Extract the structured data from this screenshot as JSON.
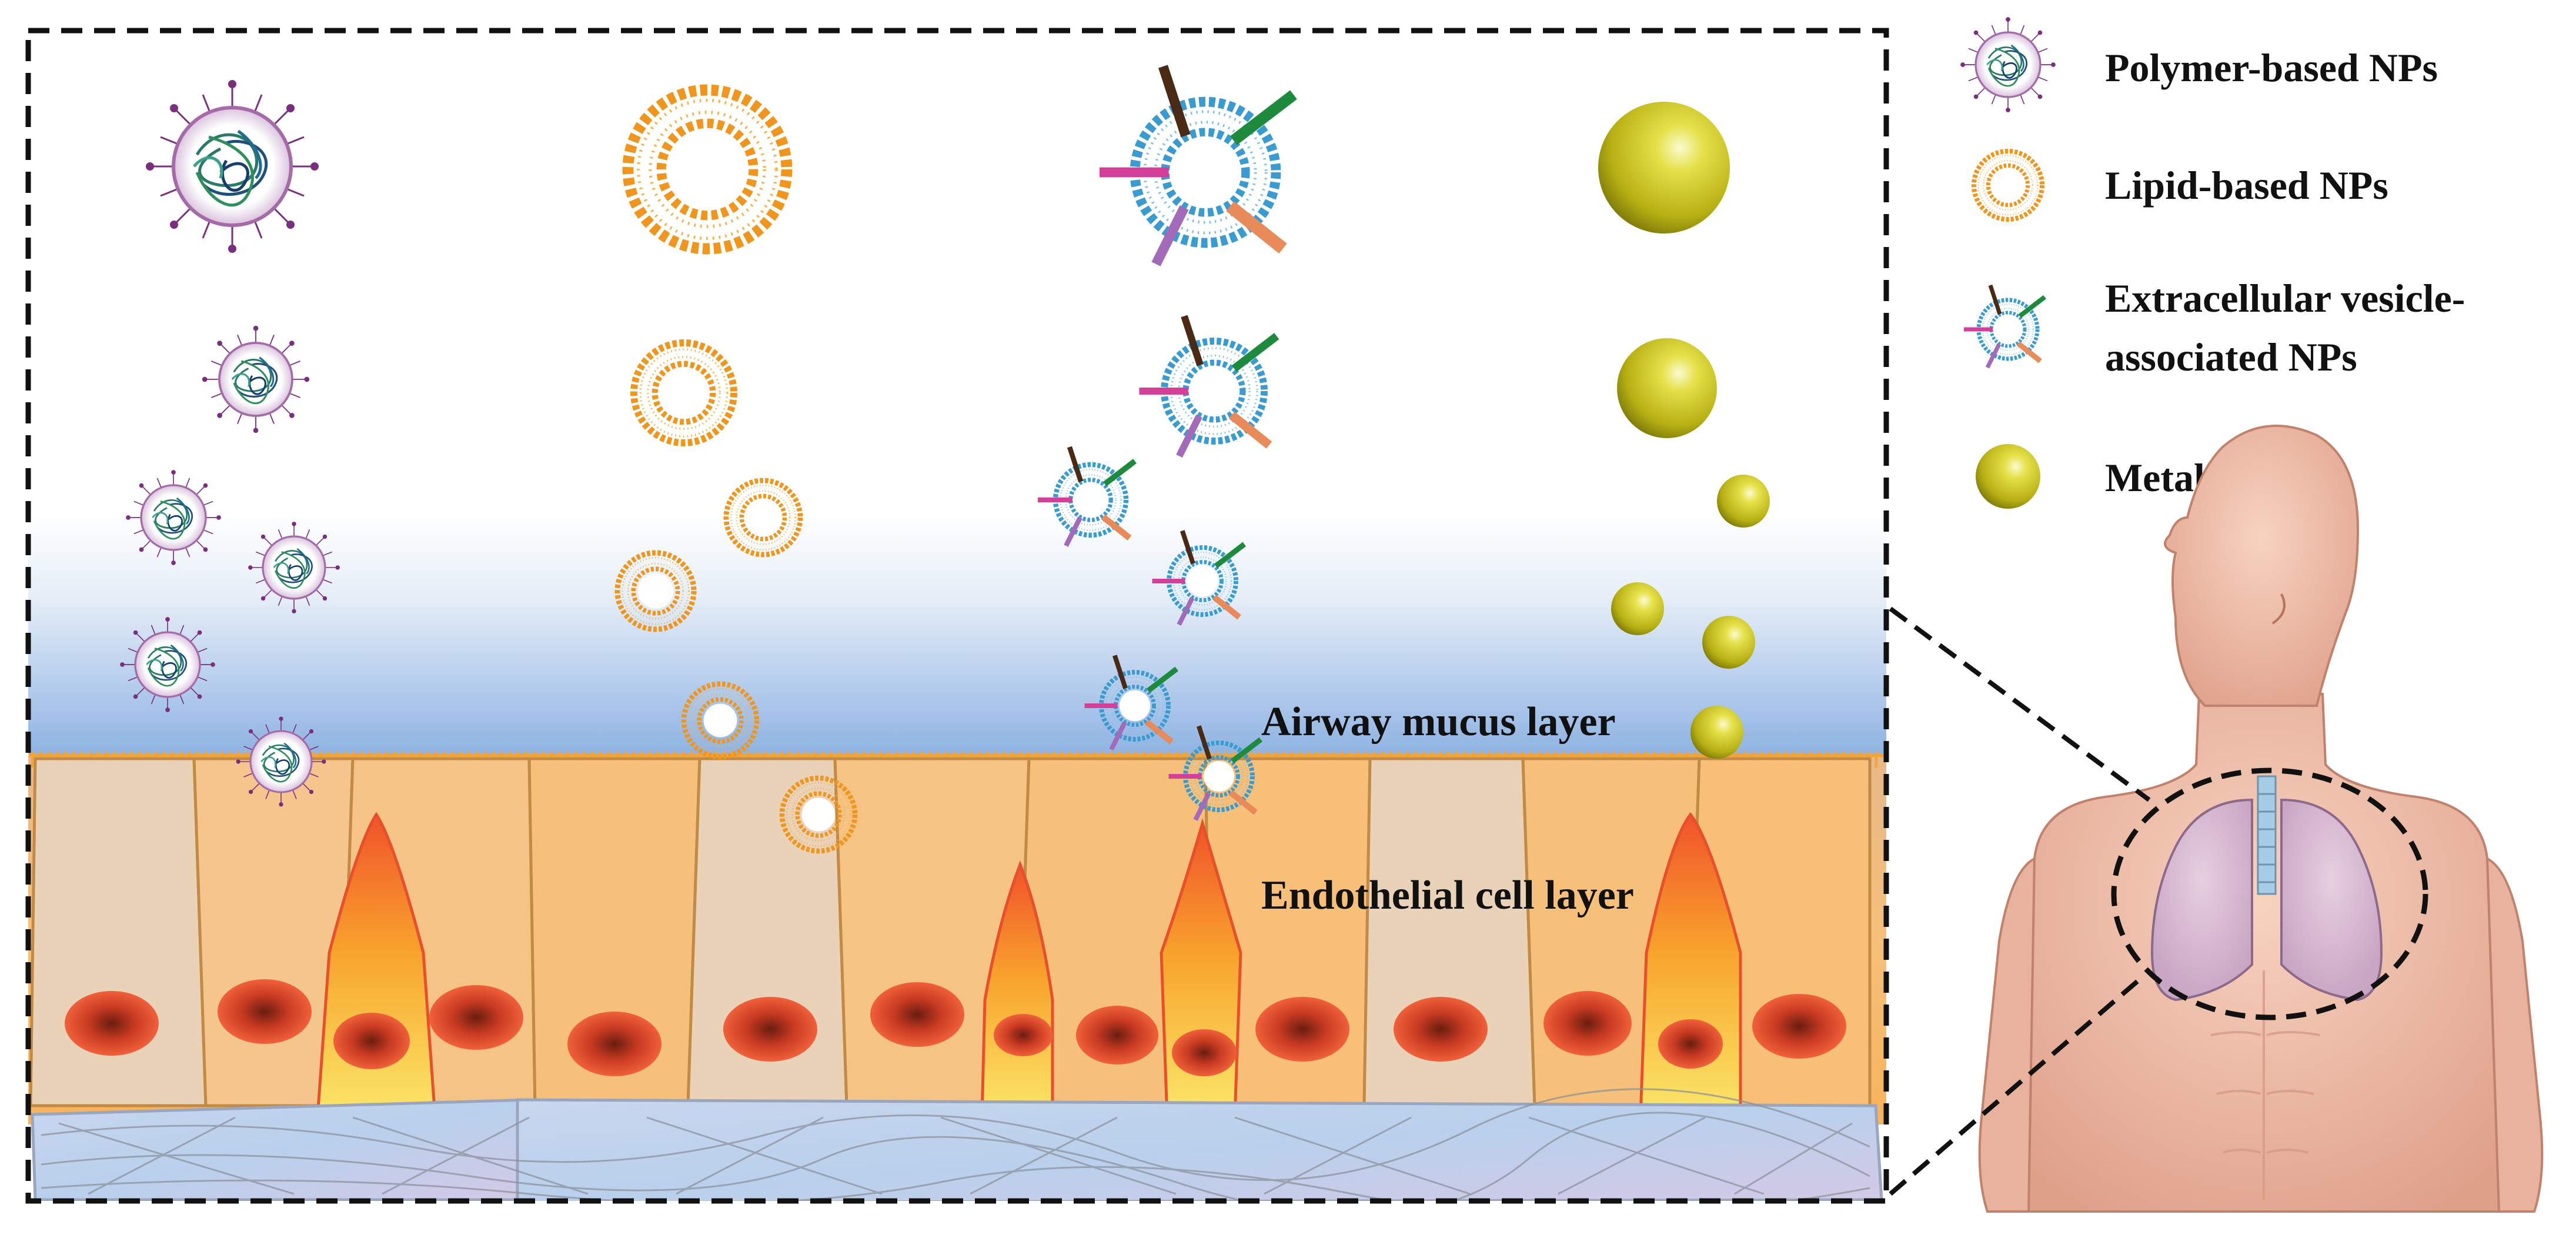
{
  "labels": {
    "mucus_layer": "Airway mucus layer",
    "cell_layer": "Endothelial cell layer"
  },
  "legend": [
    {
      "icon": "polymer-nanoparticle-icon",
      "line1": "Polymer-based NPs",
      "line2": ""
    },
    {
      "icon": "lipid-nanoparticle-icon",
      "line1": "Lipid-based NPs",
      "line2": ""
    },
    {
      "icon": "extracellular-vesicle-icon",
      "line1": "Extracellular vesicle-",
      "line2": "associated NPs"
    },
    {
      "icon": "metal-nanoparticle-icon",
      "line1": "Metal NPs",
      "line2": ""
    }
  ],
  "colors": {
    "polymer": "#8a3a8c",
    "lipid": "#f0961e",
    "vesicle": "#3a9bd0",
    "metal": "#c8c21a",
    "mucus": "#8fb3e3",
    "cell": "#f6bf78",
    "goblet": "#f26a2a",
    "nucleus": "#e0482a"
  }
}
